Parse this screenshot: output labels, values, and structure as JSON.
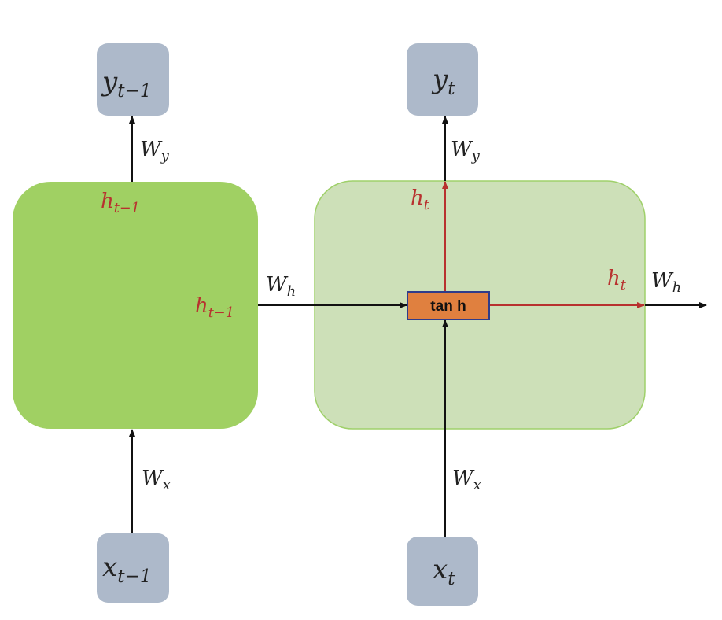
{
  "colors": {
    "io_box": "#adb9ca",
    "prev_cell": "#a0d063",
    "cur_cell": "#cde0b8",
    "cur_cell_border": "#9fd06a",
    "tanh_fill": "#e0803f",
    "tanh_border": "#2f3c8a",
    "hidden_arrow": "#b8312f"
  },
  "nodes": {
    "y_prev": {
      "main": "y",
      "sub": "t−1"
    },
    "y_cur": {
      "main": "y",
      "sub": "t"
    },
    "x_prev": {
      "main": "x",
      "sub": "t−1"
    },
    "x_cur": {
      "main": "x",
      "sub": "t"
    },
    "tanh": "tan h"
  },
  "labels": {
    "wy_left": {
      "main": "W",
      "sub": "y"
    },
    "wy_right": {
      "main": "W",
      "sub": "y"
    },
    "wx_left": {
      "main": "W",
      "sub": "x"
    },
    "wx_right": {
      "main": "W",
      "sub": "x"
    },
    "wh_mid": {
      "main": "W",
      "sub": "h"
    },
    "wh_right": {
      "main": "W",
      "sub": "h"
    },
    "h_prev_top": {
      "main": "h",
      "sub": "t−1"
    },
    "h_prev_right": {
      "main": "h",
      "sub": "t−1"
    },
    "h_cur_top": {
      "main": "h",
      "sub": "t"
    },
    "h_cur_right": {
      "main": "h",
      "sub": "t"
    }
  }
}
